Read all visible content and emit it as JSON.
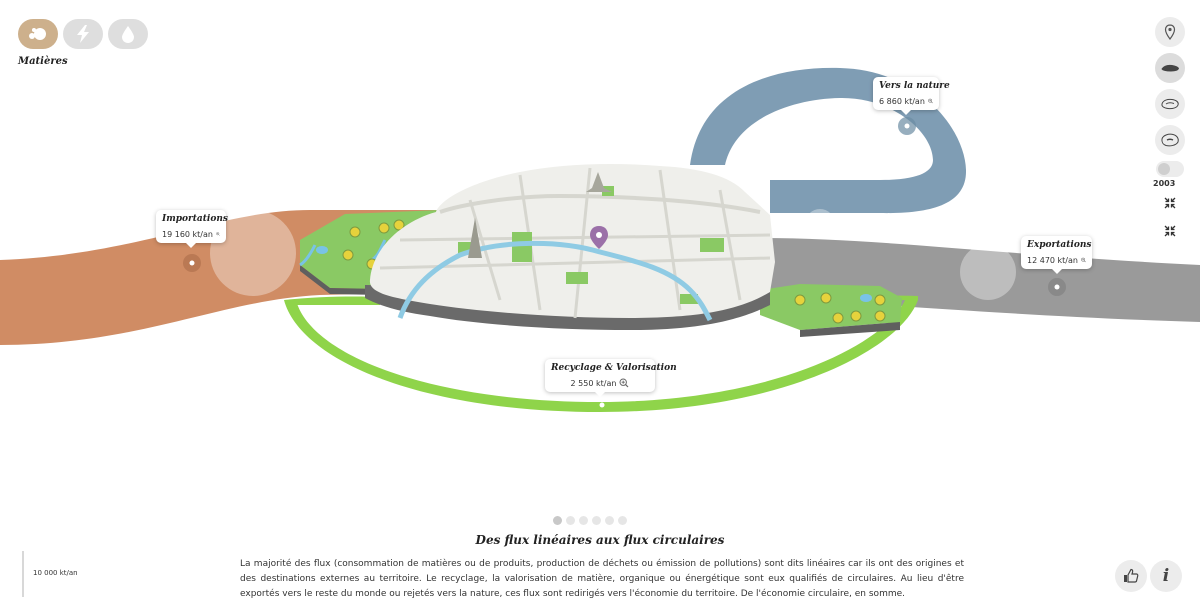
{
  "categories": {
    "items": [
      {
        "icon": "materials-icon",
        "active": true
      },
      {
        "icon": "energy-icon",
        "active": false
      },
      {
        "icon": "water-icon",
        "active": false
      }
    ],
    "active_label": "Matières"
  },
  "toolbar": {
    "tools": [
      {
        "icon": "map-pin-icon"
      },
      {
        "icon": "paris-map-icon"
      },
      {
        "icon": "petite-couronne-map-icon"
      },
      {
        "icon": "region-map-icon"
      }
    ],
    "year": "2003"
  },
  "flows": {
    "importations": {
      "title": "Importations",
      "value": "19 160 kt/an",
      "color": "#d08c64"
    },
    "nature": {
      "title": "Vers la nature",
      "value": "6 860 kt/an",
      "color": "#7f9db4"
    },
    "exportations": {
      "title": "Exportations",
      "value": "12 470 kt/an",
      "color": "#9a9a9a"
    },
    "recyclage": {
      "title": "Recyclage & Valorisation",
      "value": "2 550 kt/an",
      "color": "#8fd44a"
    }
  },
  "pager": {
    "count": 6,
    "active": 0
  },
  "section": {
    "title": "Des flux linéaires aux flux circulaires",
    "text": "La majorité des flux (consommation de matières ou de produits, production de déchets ou émission de pollutions) sont dits linéaires car ils ont des origines et des destinations externes au territoire. Le recyclage, la valorisation de matière, organique ou énergétique sont eux qualifiés de circulaires. Au lieu d'être exportés vers le reste du monde ou rejetés vers la nature, ces flux sont redirigés vers l'économie du territoire. De l'économie circulaire, en somme."
  },
  "scale": {
    "label": "10 000 kt/an"
  }
}
